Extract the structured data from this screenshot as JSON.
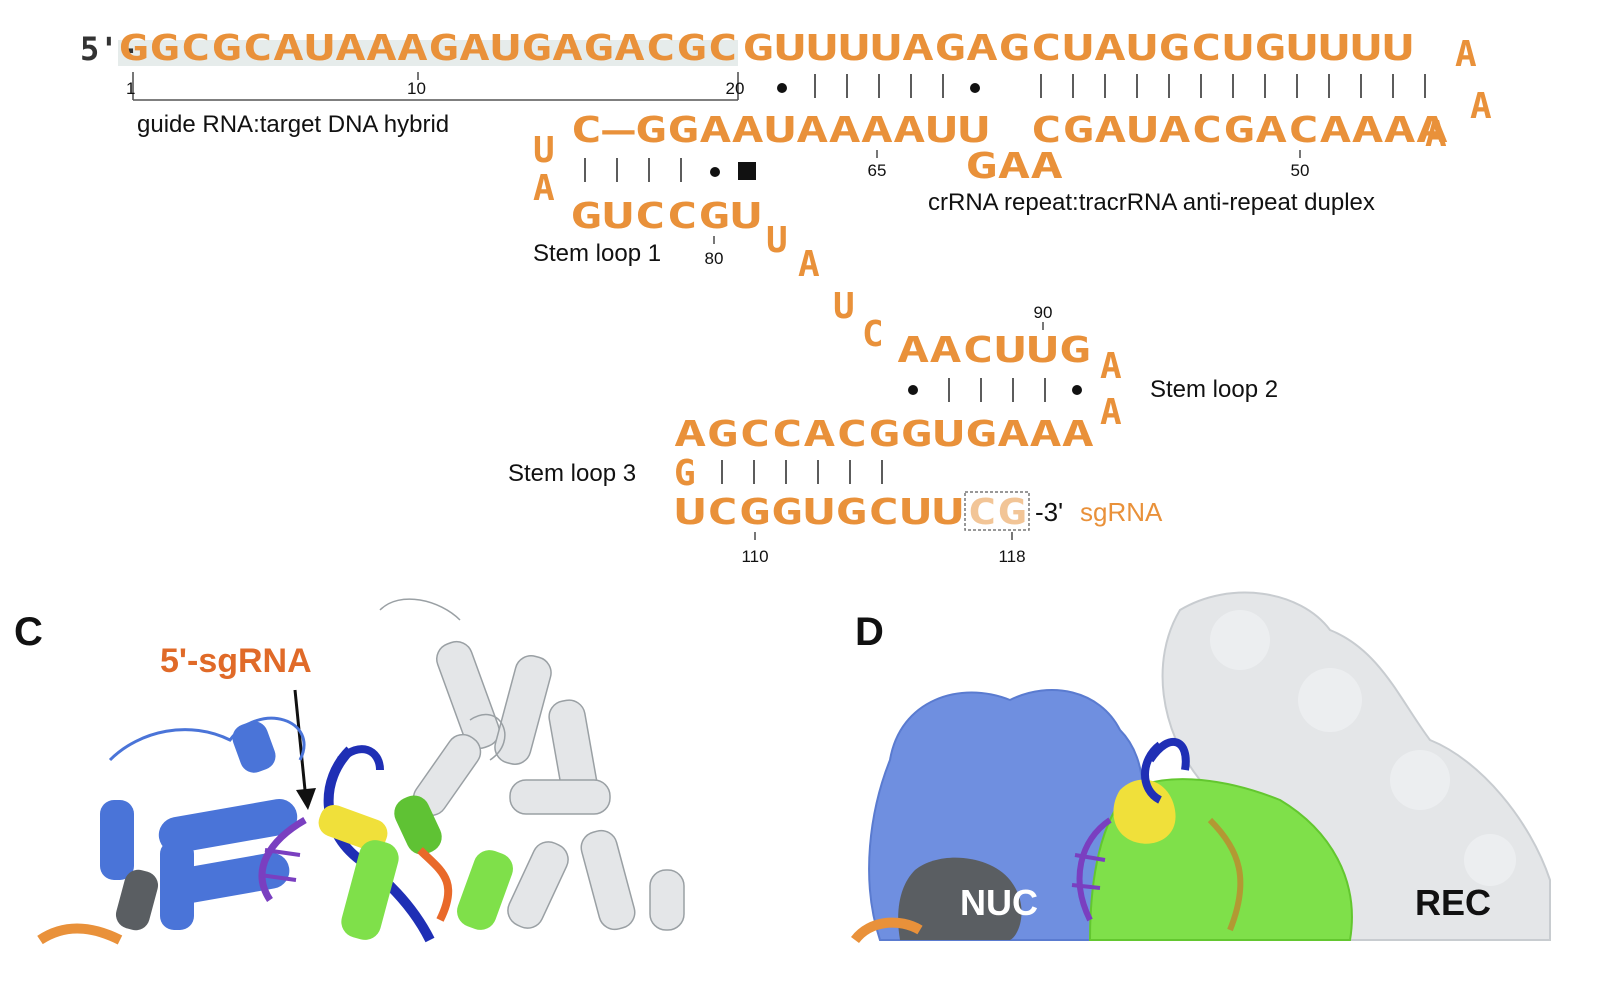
{
  "sequences": {
    "five_prime": "5'-",
    "guide": "GGCGCAUAAAGAUGAGACGC",
    "repeat_top": "GUUUUAGAGCUAUGCUGUUUU",
    "loop_A1": "A",
    "loop_A2": "A",
    "loop_A3": "A",
    "anti_repeat": "CGAUACGACAAAA",
    "c_gg": "C–GGAAUAAAAUU",
    "gaa": "GAA",
    "u1": "U",
    "a1": "A",
    "guccgu": "GUCCGU",
    "linker_u": "U",
    "linker_a": "A",
    "linker_u2": "U",
    "linker_c": "C",
    "aacuug": "AACUUG",
    "sl2_a1": "A",
    "sl2_a2": "A",
    "agccac": "AGCCACGGUGAAA",
    "sl3_g": "G",
    "ucggug": "UCGGUGCUU",
    "cg_box": "CG",
    "three_prime": "-3'",
    "sgrna": "sgRNA"
  },
  "numbers": {
    "n1": "1",
    "n10": "10",
    "n20": "20",
    "n50": "50",
    "n65": "65",
    "n80": "80",
    "n90": "90",
    "n110": "110",
    "n118": "118"
  },
  "labels": {
    "hybrid": "guide RNA:target DNA hybrid",
    "duplex": "crRNA repeat:tracrRNA anti-repeat duplex",
    "stem1": "Stem loop 1",
    "stem2": "Stem loop 2",
    "stem3": "Stem loop 3"
  },
  "panels": {
    "c": "C",
    "c_label": "5'-sgRNA",
    "d": "D",
    "nuc": "NUC",
    "rec": "REC"
  },
  "colors": {
    "rna_orange": "#e9913a",
    "nuc_blue": "#6f8fe0",
    "rec_grey": "#e4e6e8",
    "bridge_green": "#7fe04a",
    "dna_blue": "#1f2fb5",
    "target_purple": "#7a3fc0",
    "helix_yellow": "#f0e03a",
    "dark_grey": "#5a5e62"
  }
}
